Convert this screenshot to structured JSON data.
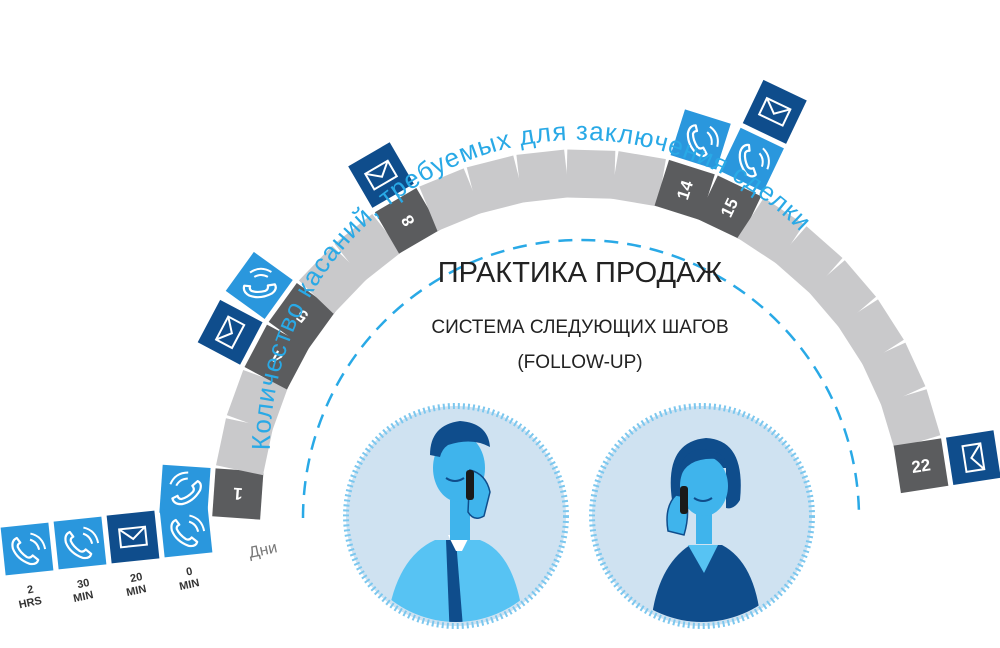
{
  "title": "ПРАКТИКА ПРОДАЖ",
  "subtitle_line1": "СИСТЕМА СЛЕДУЮЩИХ ШАГОВ",
  "subtitle_line2": "(FOLLOW-UP)",
  "arc_label": "Количество касаний, требуемых для заключения сделки",
  "days_label": "Дни",
  "colors": {
    "grey_cell": "#c9c9cb",
    "dark_cell": "#5b5c5e",
    "email_blue": "#0f4d8c",
    "phone_blue": "#2a97dd",
    "dash_blue": "#29a9e6",
    "circle_fill": "#cfe2f1",
    "circle_ring": "#7cc7ee"
  },
  "touch_days": [
    {
      "day": "1",
      "icon": "phone-icon"
    },
    {
      "day": "4",
      "icon": "email-icon"
    },
    {
      "day": "5",
      "icon": "phone-icon"
    },
    {
      "day": "8",
      "icon": "email-icon"
    },
    {
      "day": "14",
      "icon": "phone-icon"
    },
    {
      "day": "15",
      "icon": "phone-icon",
      "extra": "email-icon"
    },
    {
      "day": "22",
      "icon": "email-icon"
    }
  ],
  "first_day_touches": [
    {
      "value": "2",
      "unit": "HRS",
      "icon": "phone-icon"
    },
    {
      "value": "30",
      "unit": "MIN",
      "icon": "phone-icon"
    },
    {
      "value": "20",
      "unit": "MIN",
      "icon": "email-icon"
    },
    {
      "value": "0",
      "unit": "MIN",
      "icon": "phone-icon"
    }
  ],
  "illustrations": [
    {
      "name": "salesman-on-phone-icon"
    },
    {
      "name": "client-on-phone-icon"
    }
  ]
}
